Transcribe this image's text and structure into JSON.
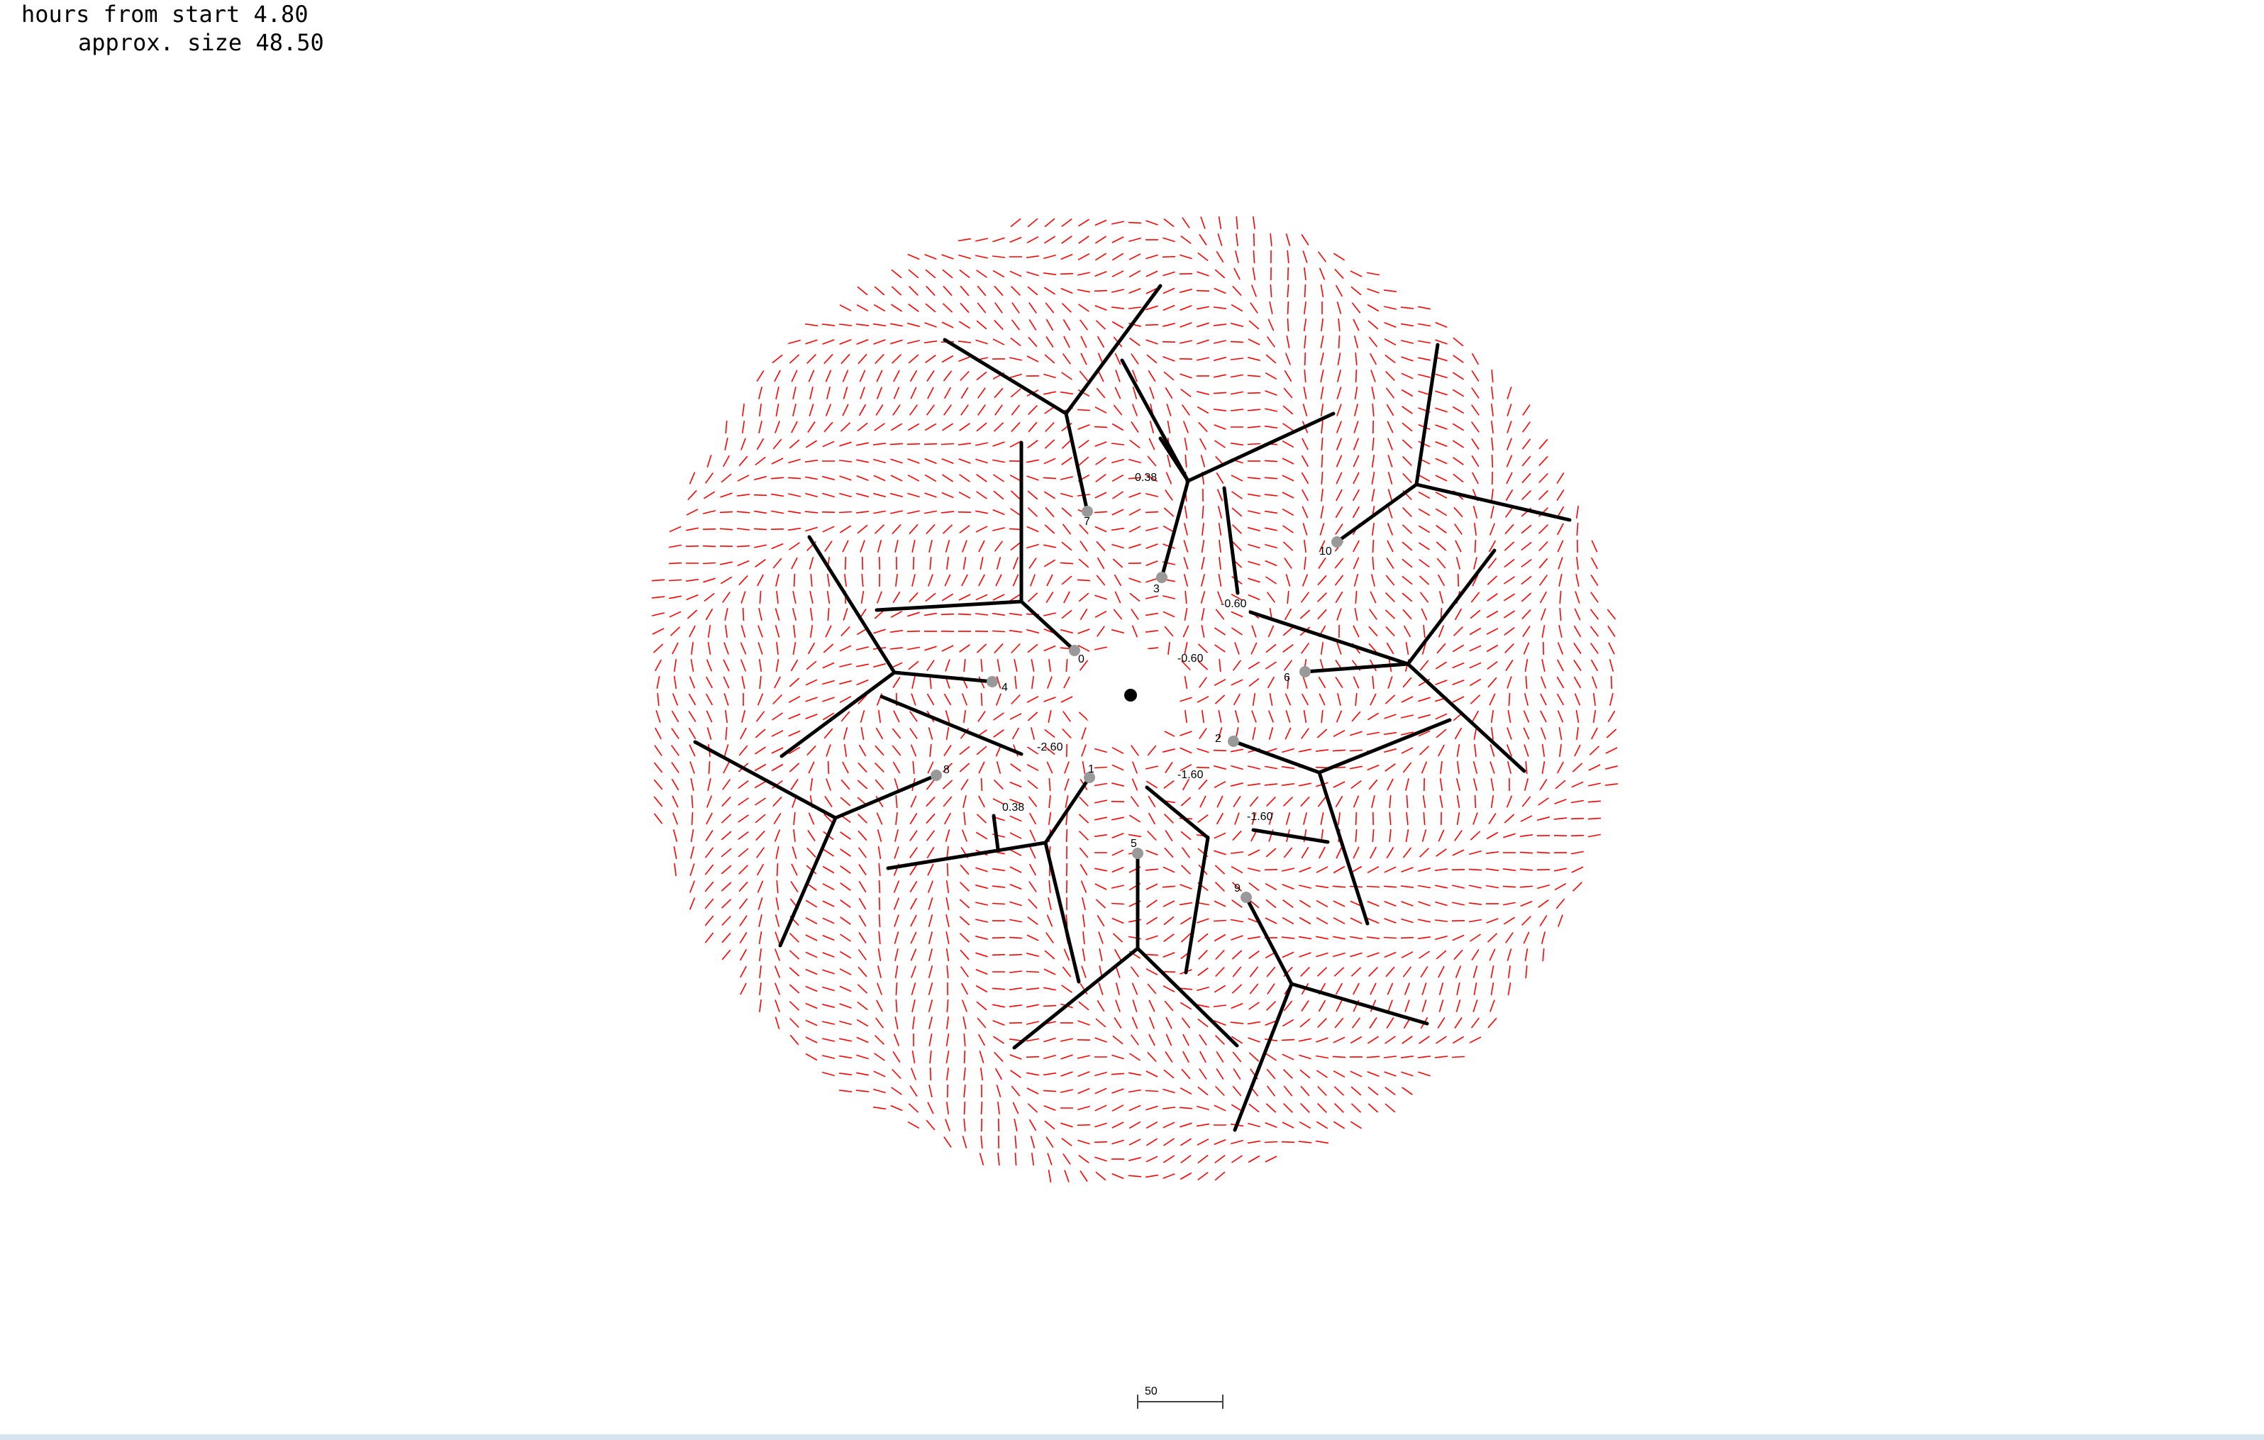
{
  "header": {
    "hours_label": "hours from start",
    "hours_value": "4.80",
    "size_label": "approx. size",
    "size_value": "48.50"
  },
  "colors": {
    "flow_arrow": "#ff0000",
    "branch": "#000000",
    "node": "#999999",
    "center": "#000000",
    "background": "#ffffff"
  },
  "scale_bar": {
    "label": "50",
    "length_units": 50
  },
  "nodes": [
    {
      "id": "0"
    },
    {
      "id": "1"
    },
    {
      "id": "2"
    },
    {
      "id": "3"
    },
    {
      "id": "4"
    },
    {
      "id": "5"
    },
    {
      "id": "6"
    },
    {
      "id": "7"
    },
    {
      "id": "8"
    },
    {
      "id": "9"
    },
    {
      "id": "10"
    }
  ],
  "value_labels": [
    "0.38",
    "-0.60",
    "-0.60",
    "-2.60",
    "-1.60",
    "-1.60",
    "0.38"
  ]
}
